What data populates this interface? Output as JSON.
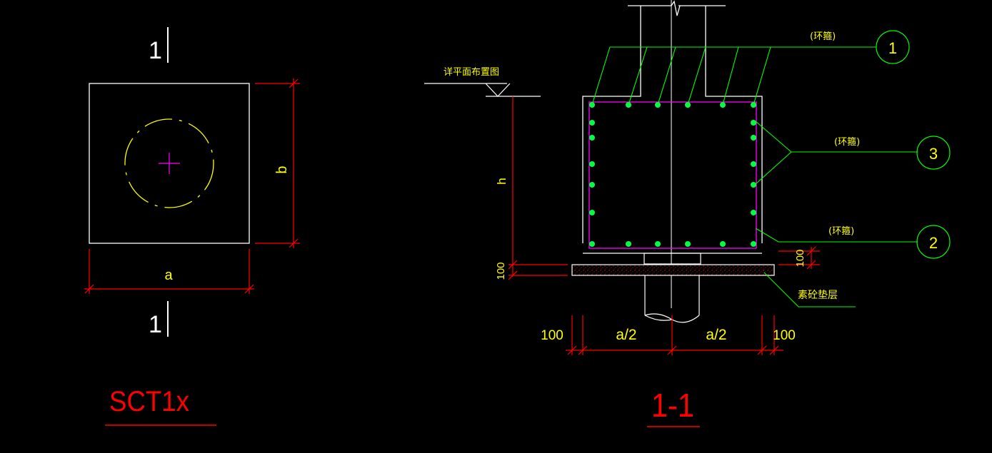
{
  "colors": {
    "background": "#000000",
    "white": "#ffffff",
    "red": "#ff0000",
    "yellow": "#ffff00",
    "green": "#00ff00",
    "magenta": "#ff00ff",
    "greenDot": "#00ff40"
  },
  "plan": {
    "section_mark_top": "1",
    "section_mark_bottom": "1",
    "dim_a": "a",
    "dim_b": "b",
    "title": "SCT1x"
  },
  "section": {
    "title": "1-1",
    "level_label": "详平面布置图",
    "dim_h": "h",
    "dim_100_left": "100",
    "dim_100_right": "100",
    "dim_100_bottom_left": "100",
    "dim_half_left": "a/2",
    "dim_half_right": "a/2",
    "dim_100_bottom_right": "100",
    "cushion_label": "素砼垫层",
    "callouts": [
      {
        "number": "1",
        "label": "(环箍)"
      },
      {
        "number": "3",
        "label": "(环箍)"
      },
      {
        "number": "2",
        "label": "(环箍)"
      }
    ]
  }
}
